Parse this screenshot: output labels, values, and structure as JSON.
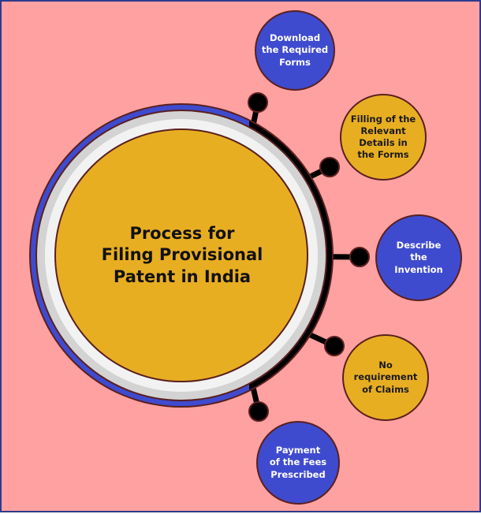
{
  "title": "Process for\nFiling Provisional\nPatent in India",
  "steps": [
    {
      "label": "Download\nthe Required\nForms",
      "color": "#3F4BCF"
    },
    {
      "label": "Filling of the\nRelevant\nDetails in\nthe Forms",
      "color": "#E8AE22"
    },
    {
      "label": "Describe\nthe\nInvention",
      "color": "#3F4BCF"
    },
    {
      "label": "No\nrequirement\nof Claims",
      "color": "#E8AE22"
    },
    {
      "label": "Payment\nof the Fees\nPrescribed",
      "color": "#3F4BCF"
    }
  ],
  "colors": {
    "background": "#FFA1A1",
    "blue": "#3F4BCF",
    "gold": "#E8AE22",
    "silver": "#D3D3D3",
    "connector": "#000000",
    "outline": "#5A1F1F",
    "border": "#2D3A8C"
  }
}
